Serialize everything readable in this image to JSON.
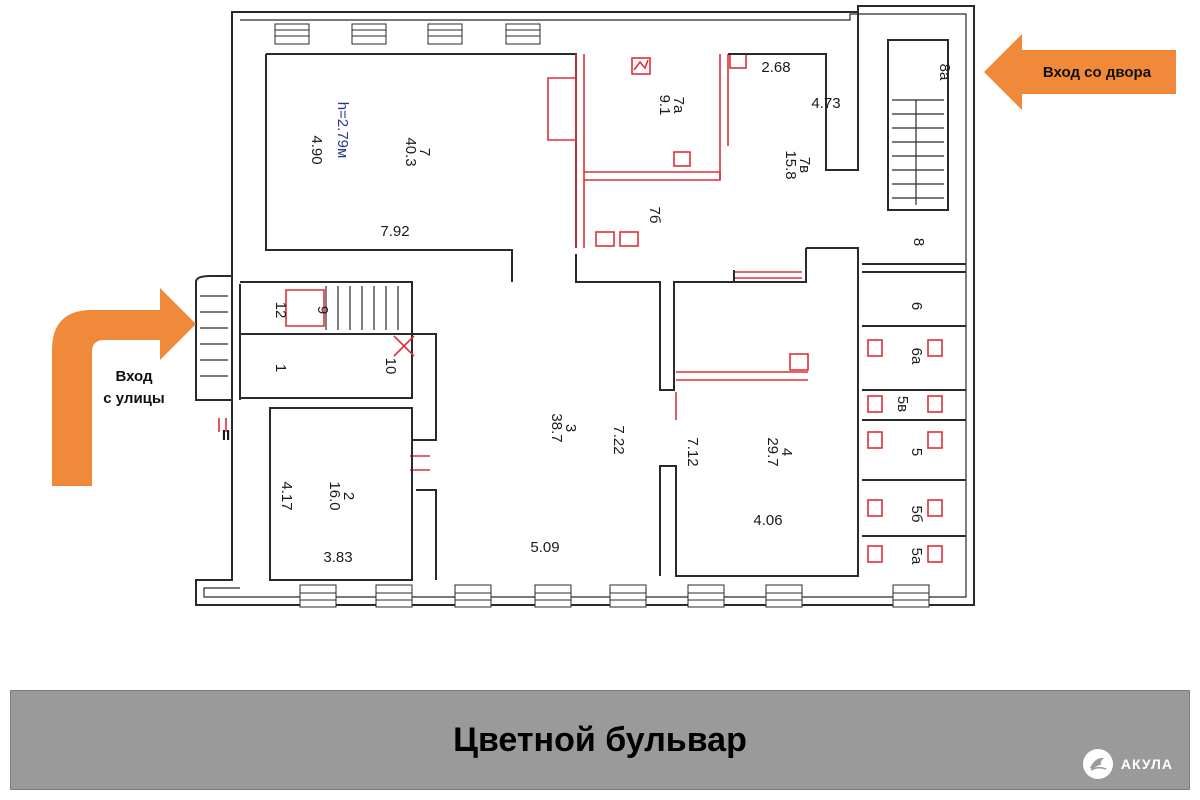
{
  "plan": {
    "height_label": "h=2.79м",
    "rooms": [
      {
        "number": "7",
        "area": "40.3"
      },
      {
        "number": "7а",
        "area": "9.1"
      },
      {
        "number": "7в",
        "area": "15.8"
      },
      {
        "number": "7б"
      },
      {
        "number": "3",
        "area": "38.7"
      },
      {
        "number": "4",
        "area": "29.7"
      },
      {
        "number": "2",
        "area": "16.0"
      },
      {
        "number": "12"
      },
      {
        "number": "9"
      },
      {
        "number": "10"
      },
      {
        "number": "1"
      },
      {
        "number": "8"
      },
      {
        "number": "8а"
      },
      {
        "number": "6"
      },
      {
        "number": "6а"
      },
      {
        "number": "5в"
      },
      {
        "number": "5"
      },
      {
        "number": "5б"
      },
      {
        "number": "5а"
      }
    ],
    "dimensions": [
      "4.90",
      "7.92",
      "2.68",
      "4.73",
      "7.22",
      "7.12",
      "4.06",
      "5.09",
      "4.17",
      "3.83"
    ],
    "roman_numeral": "II"
  },
  "entrances": {
    "yard": "Вход со двора",
    "street_line1": "Вход",
    "street_line2": "с улицы"
  },
  "caption": "Цветной бульвар",
  "brand": "АКУЛА",
  "colors": {
    "arrow": "#f08a3a",
    "caption_bg": "#9a9a9a",
    "wall": "#2a2a2a",
    "partition": "#e0303a",
    "height_label": "#233a8a"
  }
}
